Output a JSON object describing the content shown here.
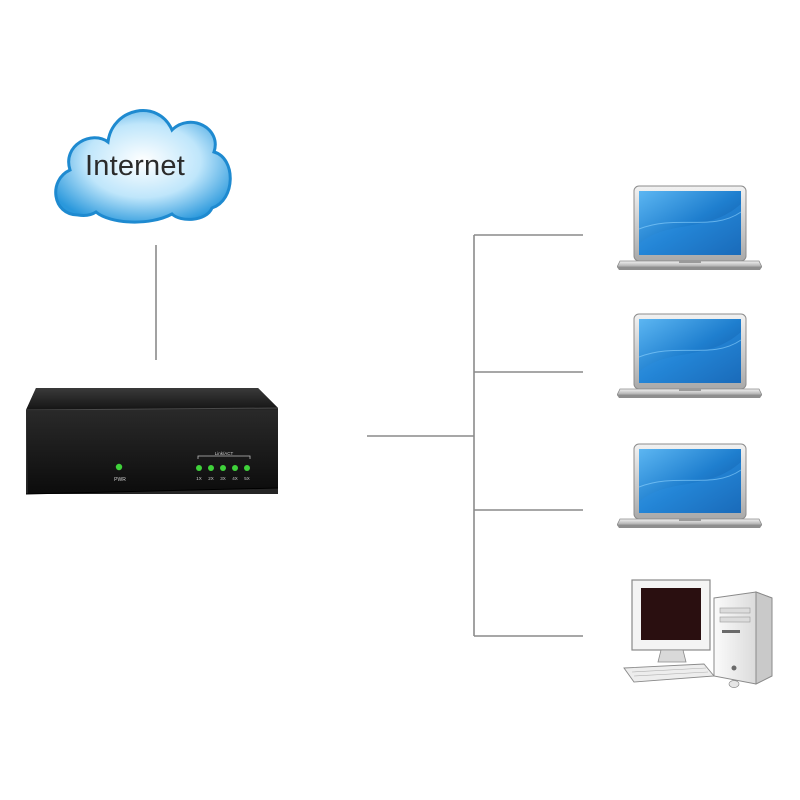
{
  "cloud": {
    "label": "Internet",
    "color_light": "#ffffff",
    "color_mid": "#8fd1f4",
    "color_dark": "#1f8fd6"
  },
  "switch": {
    "pwr_label": "PWR",
    "link_label": "Link/ACT",
    "port_labels": [
      "1X",
      "2X",
      "3X",
      "4X",
      "5X"
    ],
    "led_color": "#3fd23a",
    "body_color": "#1b1b1b"
  },
  "devices": [
    {
      "type": "laptop",
      "icon": "laptop-icon"
    },
    {
      "type": "laptop",
      "icon": "laptop-icon"
    },
    {
      "type": "laptop",
      "icon": "laptop-icon"
    },
    {
      "type": "desktop",
      "icon": "desktop-computer-icon"
    }
  ],
  "line_color": "#8a8a8a"
}
